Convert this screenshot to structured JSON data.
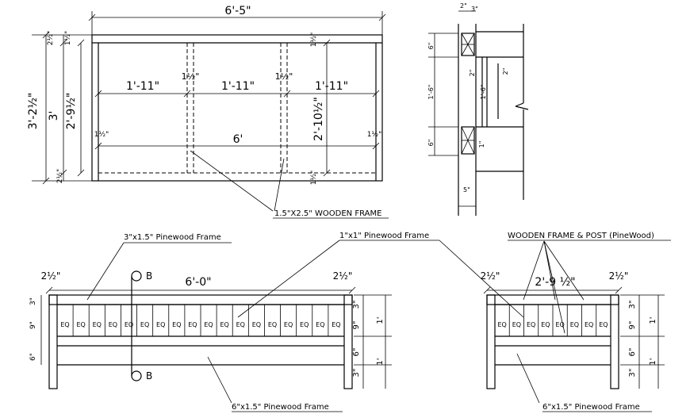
{
  "elevation": {
    "overall_width": "6'-5\"",
    "panel_width_left": "1'-11\"",
    "panel_width_mid": "1'-11\"",
    "panel_width_right": "1'-11\"",
    "mullion_left": "1½\"",
    "mullion_right": "1½\"",
    "inner_width": "6'",
    "overall_height": "3'-2½\"",
    "height_3ft": "3'",
    "height_2_9": "2'-9½\"",
    "height_2_10": "2'-10½\"",
    "top_rail": "2½\"",
    "bottom_rail": "2½\"",
    "top_frame": "1½\"",
    "bottom_frame": "1½\"",
    "post_left": "1½\"",
    "post_right": "1½\"",
    "top_rail_small": "1½\""
  },
  "section": {
    "dim_2": "2\"",
    "dim_3": "3\"",
    "dim_6_top": "6\"",
    "dim_1_6": "1'-6\"",
    "dim_6_bottom": "6\"",
    "dim_2_in": "2\"",
    "dim_1_6_in": "1'-6\"",
    "dim_2_right": "2\"",
    "dim_1": "1\"",
    "dim_5": "5\""
  },
  "callouts": {
    "wooden_frame": "1.5\"X2.5\" WOODEN FRAME",
    "pinewood_3x15": "3\"x1.5\" Pinewood Frame",
    "pinewood_1x1": "1\"x1\" Pinewood Frame",
    "wooden_frame_post": "WOODEN FRAME & POST (PineWood)",
    "pinewood_6x15_left": "6\"x1.5\" Pinewood Frame",
    "pinewood_6x15_right": "6\"x1.5\" Pinewood Frame"
  },
  "front_view": {
    "width": "6'-0\"",
    "left_post": "2½\"",
    "right_post": "2½\"",
    "section_mark": "B",
    "section_mark_bottom": "B",
    "eq": "EQ",
    "left_3": "3\"",
    "left_9": "9\"",
    "left_6": "6\"",
    "r_3": "3\"",
    "r_9": "9\"",
    "r_6": "6\"",
    "r_3b": "3\"",
    "r_1a": "1'",
    "r_1b": "1'"
  },
  "side_view": {
    "width": "2'-9 ½\"",
    "left_post": "2½\"",
    "right_post": "2½\"",
    "eq": "EQ",
    "r_3": "3\"",
    "r_9": "9\"",
    "r_6": "6\"",
    "r_3b": "3\"",
    "r_1a": "1'",
    "r_1b": "1'"
  }
}
